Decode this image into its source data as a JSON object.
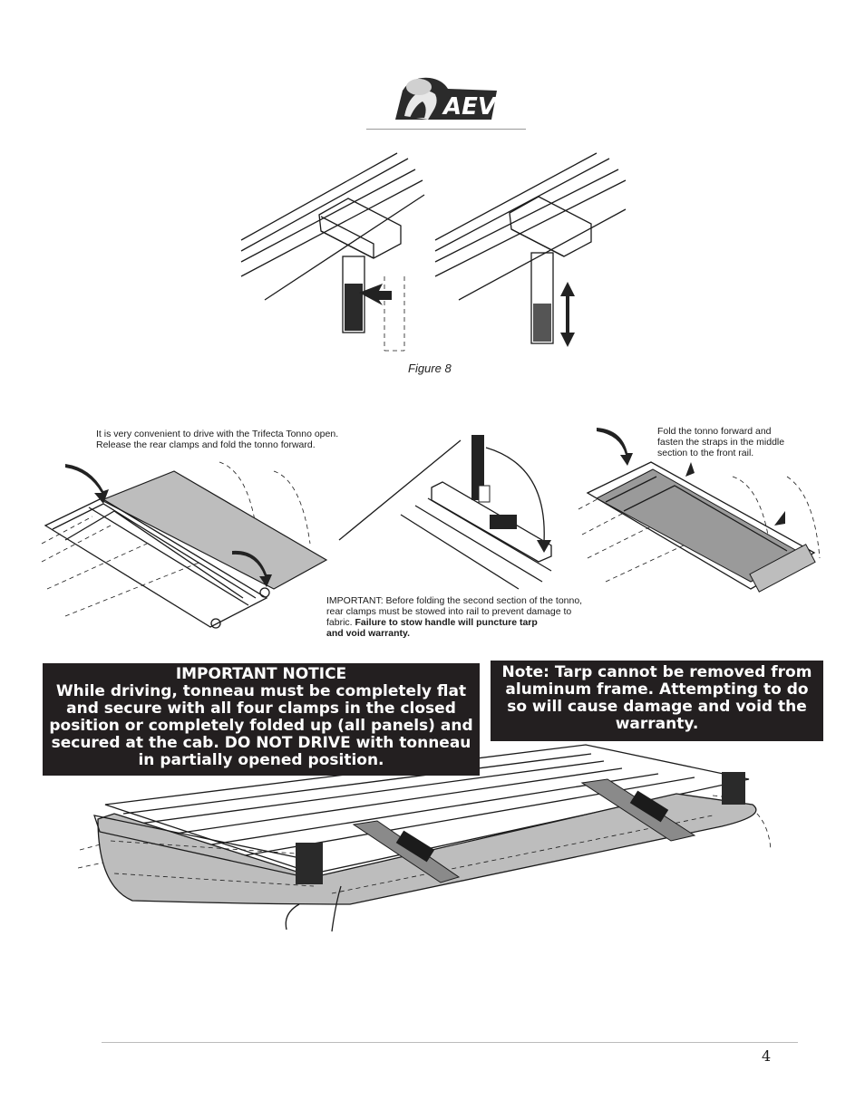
{
  "logo": {
    "text": "AEV",
    "icon": "bison-logo-icon"
  },
  "figure8": {
    "caption": "Figure 8"
  },
  "step_left": {
    "text_line1": "It is very convenient to drive with the Trifecta Tonno open.",
    "text_line2": "Release the rear clamps and fold the tonno forward."
  },
  "step_middle": {
    "line1": "IMPORTANT:  Before folding the second section of the tonno,",
    "line2": "rear clamps must be stowed into rail to prevent damage to",
    "line3_plain": "fabric. ",
    "line3_bold": "Failure to stow handle will puncture tarp",
    "line4_bold": "and void warranty."
  },
  "step_right": {
    "line1": "Fold the tonno forward and",
    "line2": "fasten the straps in the middle",
    "line3": "section to the front rail."
  },
  "important_notice": {
    "title": "IMPORTANT NOTICE",
    "lines": [
      "While driving, tonneau must be completely flat",
      "and secure with all four clamps in the closed",
      "position or completely folded up (all panels) and",
      "secured at the cab. DO NOT DRIVE with tonneau",
      "in partially opened position."
    ]
  },
  "tarp_note": {
    "lines": [
      "Note: Tarp cannot be removed from",
      "aluminum frame. Attempting to do",
      "so will cause damage and void the",
      "warranty."
    ]
  },
  "footer": {
    "page_number": "4"
  },
  "colors": {
    "notice_bg": "#231f20",
    "notice_text": "#ffffff",
    "tarp_fill": "#bdbdbd"
  }
}
